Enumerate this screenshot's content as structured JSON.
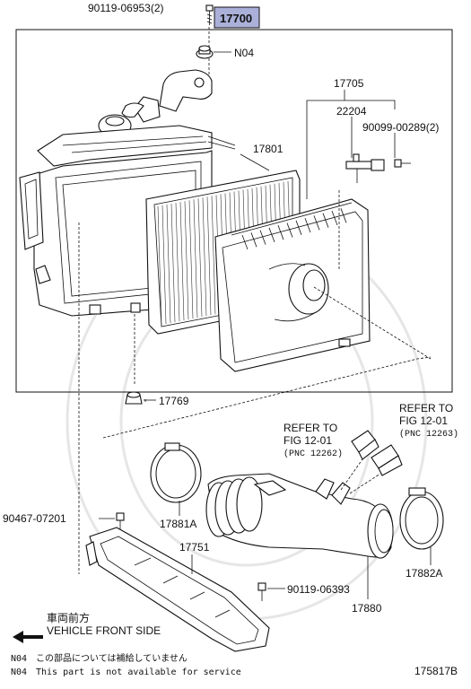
{
  "title_part": "17700",
  "parts": {
    "bolt_top": "90119-06953(2)",
    "n04": "N04",
    "p17705": "17705",
    "p22204": "22204",
    "p90099": "90099-00289(2)",
    "p17801": "17801",
    "p17769": "17769",
    "p90467": "90467-07201",
    "p17881a": "17881A",
    "p17751": "17751",
    "p90119_06393": "90119-06393",
    "p17880": "17880",
    "p17882a": "17882A"
  },
  "refs": {
    "ref_left_line1": "REFER TO",
    "ref_left_line2": "FIG 12-01",
    "ref_left_pnc": "(PNC 12262)",
    "ref_right_line1": "REFER TO",
    "ref_right_line2": "FIG 12-01",
    "ref_right_pnc": "(PNC 12263)"
  },
  "direction": {
    "jp": "車両前方",
    "en": "VEHICLE FRONT SIDE"
  },
  "notes": {
    "n04_jp_code": "N04",
    "n04_jp_text": "この部品については補給していません",
    "n04_en_code": "N04",
    "n04_en_text": "This part is not available for service"
  },
  "figure_id": "175817B",
  "colors": {
    "highlight": "#aab0d8",
    "ink": "#111111"
  }
}
